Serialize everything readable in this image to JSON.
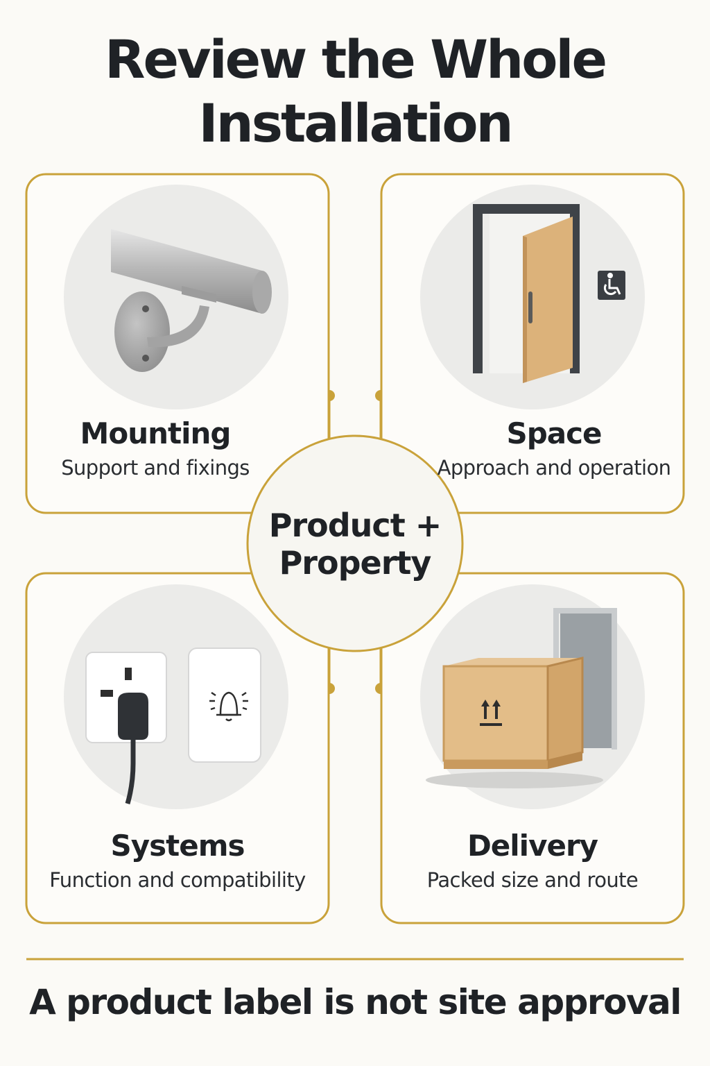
{
  "title": {
    "line1": "Review the Whole",
    "line2": "Installation"
  },
  "hub": {
    "line1": "Product +",
    "line2": "Property"
  },
  "cards": [
    {
      "icon": "handrail-bracket-icon",
      "title": "Mounting",
      "subtitle": "Support and fixings"
    },
    {
      "icon": "accessible-door-icon",
      "title": "Space",
      "subtitle": "Approach and operation"
    },
    {
      "icon": "plug-and-doorbell-icon",
      "title": "Systems",
      "subtitle": "Function and compatibility"
    },
    {
      "icon": "shipping-crate-icon",
      "title": "Delivery",
      "subtitle": "Packed size and route"
    }
  ],
  "footer": "A product label is not site approval",
  "colors": {
    "accent": "#c9a23a",
    "background": "#fbfaf6",
    "text": "#1f2226"
  }
}
